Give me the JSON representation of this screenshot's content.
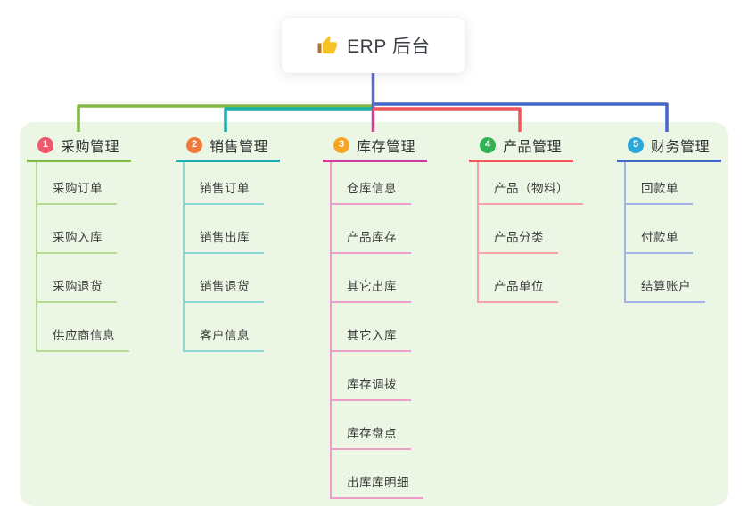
{
  "root": {
    "label": "ERP 后台",
    "icon": "thumbs-up"
  },
  "colors": {
    "canvas_bg": "#ffffff",
    "panel_bg": "#ecf6e5",
    "root_connector": "#5c68d4",
    "root_text": "#3a3f47",
    "title_text": "#333333",
    "item_text": "#3d3d3d",
    "thumb_fill": "#f6c324",
    "thumb_cuff": "#b5722e"
  },
  "branches": [
    {
      "number": "1",
      "title": "采购管理",
      "badge_color": "#f0566c",
      "accent_color": "#82ba41",
      "light_color": "#b7db93",
      "items": [
        "采购订单",
        "采购入库",
        "采购退货",
        "供应商信息"
      ]
    },
    {
      "number": "2",
      "title": "销售管理",
      "badge_color": "#ef7a3a",
      "accent_color": "#16b3ae",
      "light_color": "#8ad6d2",
      "items": [
        "销售订单",
        "销售出库",
        "销售退货",
        "客户信息"
      ]
    },
    {
      "number": "3",
      "title": "库存管理",
      "badge_color": "#f6a623",
      "accent_color": "#d83a97",
      "light_color": "#ec9dca",
      "items": [
        "仓库信息",
        "产品库存",
        "其它出库",
        "其它入库",
        "库存调拨",
        "库存盘点",
        "出库库明细"
      ]
    },
    {
      "number": "4",
      "title": "产品管理",
      "badge_color": "#31b353",
      "accent_color": "#f4555d",
      "light_color": "#f9a2a5",
      "items": [
        "产品（物料）",
        "产品分类",
        "产品单位"
      ]
    },
    {
      "number": "5",
      "title": "财务管理",
      "badge_color": "#2ba7dc",
      "accent_color": "#4466c8",
      "light_color": "#a3b3e2",
      "items": [
        "回款单",
        "付款单",
        "结算账户"
      ]
    }
  ]
}
